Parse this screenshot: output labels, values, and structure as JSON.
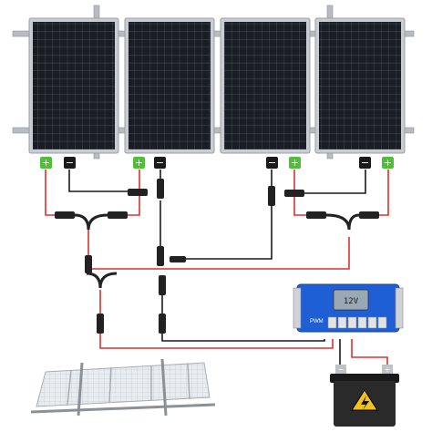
{
  "image": {
    "subject": "solar-kit-wiring",
    "colors": {
      "panel_cell": "#1a1d24",
      "panel_frame": "#c9ccd1",
      "wire_positive": "#e03030",
      "wire_negative": "#1a1a1a",
      "positive_tag": "#4fbf3a",
      "controller": "#1f5fd6",
      "battery": "#2a2a2a"
    }
  },
  "panels": [
    {
      "positive_symbol": "+",
      "negative_symbol": "−"
    },
    {
      "positive_symbol": "+",
      "negative_symbol": "−"
    },
    {
      "positive_symbol": "+",
      "negative_symbol": "−"
    },
    {
      "positive_symbol": "+",
      "negative_symbol": "−"
    }
  ],
  "controller": {
    "brand": "PWM",
    "display_text": "12V"
  },
  "battery": {
    "positive_mark": "+",
    "negative_mark": "−",
    "icon": "lightning-bolt-icon"
  }
}
